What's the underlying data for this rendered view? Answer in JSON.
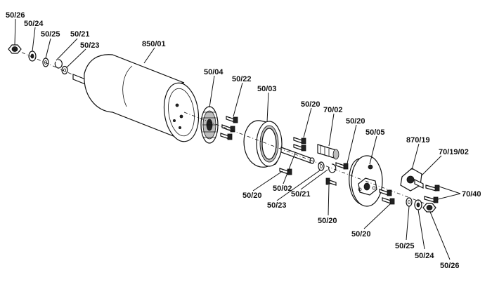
{
  "labels": {
    "l_50_26_tl": "50/26",
    "l_50_24_tl": "50/24",
    "l_50_25_tl": "50/25",
    "l_50_21_tl": "50/21",
    "l_50_23_tl": "50/23",
    "l_850_01": "850/01",
    "l_50_04": "50/04",
    "l_50_22": "50/22",
    "l_50_03": "50/03",
    "l_50_20_a": "50/20",
    "l_70_02": "70/02",
    "l_50_20_b": "50/20",
    "l_50_05": "50/05",
    "l_870_19": "870/19",
    "l_70_19_02": "70/19/02",
    "l_70_40": "70/40",
    "l_50_20_c": "50/20",
    "l_50_02": "50/02",
    "l_50_23_b": "50/23",
    "l_50_21_b": "50/21",
    "l_50_20_d": "50/20",
    "l_50_20_e": "50/20",
    "l_50_25_br": "50/25",
    "l_50_24_br": "50/24",
    "l_50_26_br": "50/26"
  }
}
